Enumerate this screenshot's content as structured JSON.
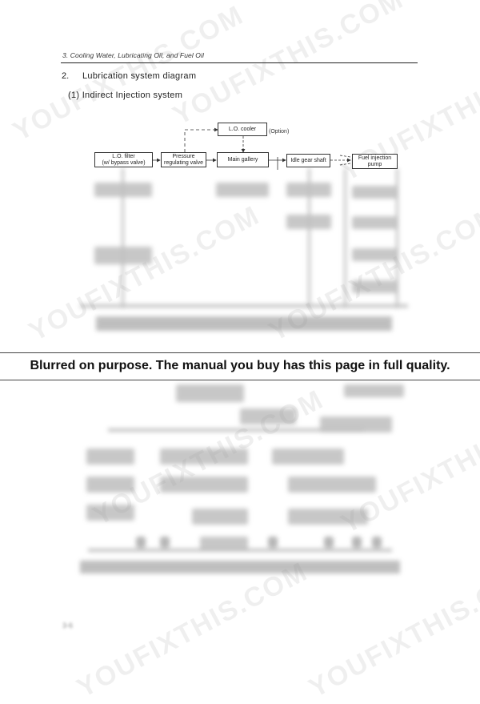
{
  "header": {
    "running_title": "3. Cooling Water, Lubricating Oil, and Fuel Oil"
  },
  "section": {
    "number": "2.",
    "title": "Lubrication system diagram",
    "subtitle": "(1) Indirect Injection system"
  },
  "diagram": {
    "lo_cooler": "L.O. cooler",
    "option": "(Option)",
    "lo_filter": "L.O. filter\n(w/ bypass valve)",
    "pressure_valve": "Pressure\nregulating valve",
    "main_gallery": "Main gallery",
    "idle_gear": "Idle gear shaft",
    "fuel_pump": "Fuel injection\npump"
  },
  "banner": {
    "text": "Blurred on purpose. The manual you buy has this page in full quality."
  },
  "watermark": {
    "text": "YOUFIXTHIS.COM"
  },
  "page_number": "3-6"
}
